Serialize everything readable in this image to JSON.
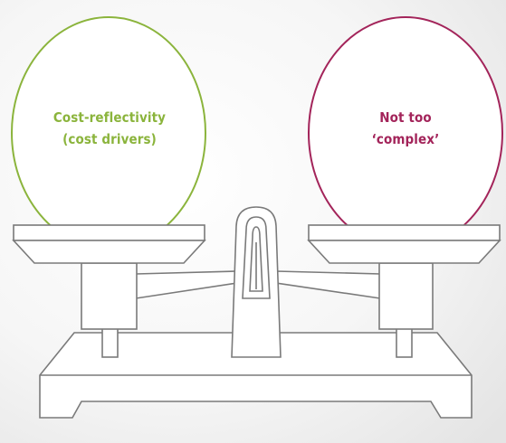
{
  "left_bubble": {
    "line1": "Cost-reflectivity",
    "line2": "(cost drivers)",
    "color": "#8bb43c"
  },
  "right_bubble": {
    "line1": "Not too",
    "line2": "‘complex’",
    "color": "#a3245a"
  },
  "scale": {
    "stroke_color": "#7a7a7a",
    "fill_color": "#ffffff",
    "background_gradient": [
      "#ffffff",
      "#e9e9e9"
    ]
  }
}
